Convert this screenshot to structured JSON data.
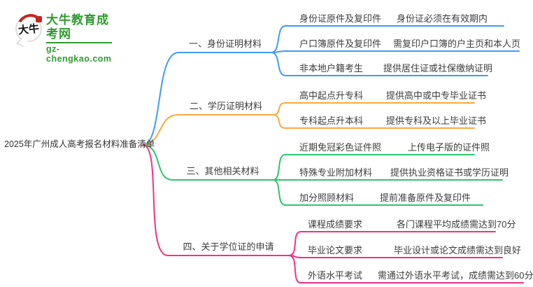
{
  "logo": {
    "site_name": "大牛教育成考网",
    "site_domain": "gz-chengkao.com",
    "icon_text": "大牛"
  },
  "center": {
    "title": "2025年广州成人高考报名材料准备清单"
  },
  "colors": {
    "branch1_blue": "#3e9cf3",
    "branch2_orange": "#f9a93b",
    "branch3_green": "#2ec56c",
    "branch4_pink": "#f5317f",
    "node_text": "#3c3c3c",
    "logo_green": "#2e9b2e"
  },
  "branches": [
    {
      "label": "一、身份证明材料",
      "color": "#3e9cf3",
      "children": [
        {
          "label": "身份证原件及复印件",
          "detail": "身份证必须在有效期内"
        },
        {
          "label": "户口簿原件及复印件",
          "detail": "需复印户口簿的户主页和本人页"
        },
        {
          "label": "非本地户籍考生",
          "detail": "提供居住证或社保缴纳证明"
        }
      ]
    },
    {
      "label": "二、学历证明材料",
      "color": "#f9a93b",
      "children": [
        {
          "label": "高中起点升专科",
          "detail": "提供高中或中专毕业证书"
        },
        {
          "label": "专科起点升本科",
          "detail": "提供专科及以上毕业证书"
        }
      ]
    },
    {
      "label": "三、其他相关材料",
      "color": "#2ec56c",
      "children": [
        {
          "label": "近期免冠彩色证件照",
          "detail": "上传电子版的证件照"
        },
        {
          "label": "特殊专业附加材料",
          "detail": "提供执业资格证书或学历证明"
        },
        {
          "label": "加分照顾材料",
          "detail": "提前准备原件及复印件"
        }
      ]
    },
    {
      "label": "四、关于学位证的申请",
      "color": "#f5317f",
      "children": [
        {
          "label": "课程成绩要求",
          "detail": "各门课程平均成绩需达到70分"
        },
        {
          "label": "毕业论文要求",
          "detail": "毕业设计或论文成绩需达到良好"
        },
        {
          "label": "外语水平考试",
          "detail": "需通过外语水平考试，成绩需达到60分"
        }
      ]
    }
  ]
}
